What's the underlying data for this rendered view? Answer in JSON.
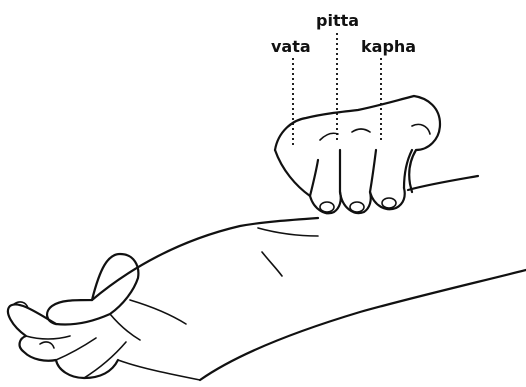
{
  "labels": {
    "pitta": "pitta",
    "vata": "vata",
    "kapha": "kapha"
  }
}
